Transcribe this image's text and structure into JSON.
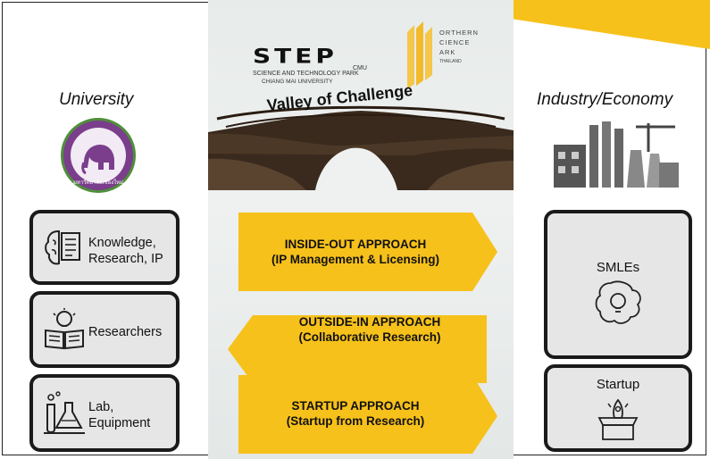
{
  "logos": {
    "step_mark": "STEP",
    "step_cmu": "CMU",
    "step_line1": "SCIENCE AND TECHNOLOGY PARK",
    "step_line2": "CHIANG MAI UNIVERSITY",
    "nsp_lines": [
      "ORTHERN",
      "CIENCE",
      "ARK",
      "THAILAND"
    ]
  },
  "valley_title": "Valley of Challenge",
  "left": {
    "title": "University",
    "seal_text": "มหาวิทยาลัยเชียงใหม่",
    "boxes": [
      {
        "label_lines": [
          "Knowledge,",
          "Research, IP"
        ],
        "icon": "brain-document-icon"
      },
      {
        "label_lines": [
          "Researchers"
        ],
        "icon": "book-lightbulb-icon"
      },
      {
        "label_lines": [
          "Lab,",
          "Equipment"
        ],
        "icon": "lab-flask-icon"
      }
    ]
  },
  "right": {
    "title": "Industry/Economy",
    "boxes": [
      {
        "label": "SMLEs",
        "icon": "brain-lightbulb-icon"
      },
      {
        "label": "Startup",
        "icon": "box-rocket-icon"
      }
    ]
  },
  "approaches": [
    {
      "line1": "INSIDE-OUT APPROACH",
      "line2": "(IP Management & Licensing)",
      "direction": "right"
    },
    {
      "line1": "OUTSIDE-IN APPROACH",
      "line2": "(Collaborative Research)",
      "direction": "left"
    },
    {
      "line1": "STARTUP APPROACH",
      "line2": "(Startup from Research)",
      "direction": "right"
    }
  ],
  "colors": {
    "accent": "#f7c11b",
    "box_fill": "#e6e6e6",
    "box_border": "#1a1a1a"
  }
}
